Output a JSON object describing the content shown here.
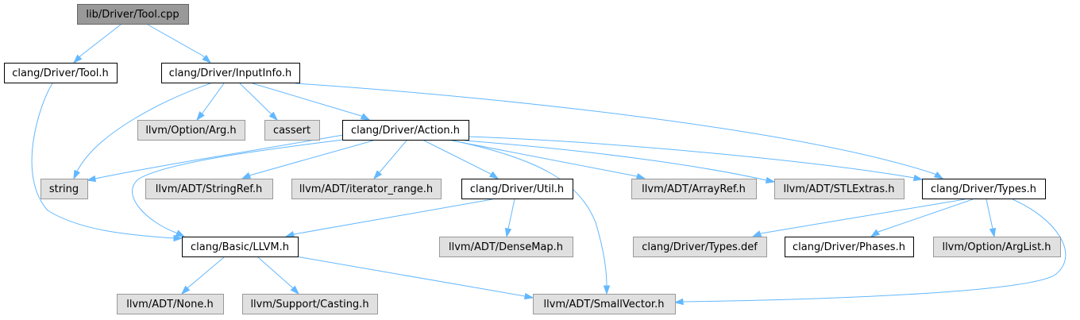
{
  "colors": {
    "edge": "#63b8ff",
    "root_fill": "#999999",
    "root_stroke": "#666666",
    "documented_fill": "#ffffff",
    "documented_stroke": "#000000",
    "external_fill": "#e0e0e0",
    "external_stroke": "#999999"
  },
  "nodes": [
    {
      "id": "tool_cpp",
      "label": "lib/Driver/Tool.cpp",
      "kind": "root"
    },
    {
      "id": "tool_h",
      "label": "clang/Driver/Tool.h",
      "kind": "documented"
    },
    {
      "id": "inputinfo_h",
      "label": "clang/Driver/InputInfo.h",
      "kind": "documented"
    },
    {
      "id": "option_arg",
      "label": "llvm/Option/Arg.h",
      "kind": "external"
    },
    {
      "id": "cassert",
      "label": "cassert",
      "kind": "external"
    },
    {
      "id": "action_h",
      "label": "clang/Driver/Action.h",
      "kind": "documented"
    },
    {
      "id": "string",
      "label": "string",
      "kind": "external"
    },
    {
      "id": "stringref",
      "label": "llvm/ADT/StringRef.h",
      "kind": "external"
    },
    {
      "id": "iterator_range",
      "label": "llvm/ADT/iterator_range.h",
      "kind": "external"
    },
    {
      "id": "util_h",
      "label": "clang/Driver/Util.h",
      "kind": "documented"
    },
    {
      "id": "arrayref",
      "label": "llvm/ADT/ArrayRef.h",
      "kind": "external"
    },
    {
      "id": "stlextras",
      "label": "llvm/ADT/STLExtras.h",
      "kind": "external"
    },
    {
      "id": "types_h",
      "label": "clang/Driver/Types.h",
      "kind": "documented"
    },
    {
      "id": "llvm_h",
      "label": "clang/Basic/LLVM.h",
      "kind": "documented"
    },
    {
      "id": "densemap",
      "label": "llvm/ADT/DenseMap.h",
      "kind": "external"
    },
    {
      "id": "types_def",
      "label": "clang/Driver/Types.def",
      "kind": "external"
    },
    {
      "id": "phases_h",
      "label": "clang/Driver/Phases.h",
      "kind": "documented"
    },
    {
      "id": "arglist",
      "label": "llvm/Option/ArgList.h",
      "kind": "external"
    },
    {
      "id": "none_h",
      "label": "llvm/ADT/None.h",
      "kind": "external"
    },
    {
      "id": "casting",
      "label": "llvm/Support/Casting.h",
      "kind": "external"
    },
    {
      "id": "smallvector",
      "label": "llvm/ADT/SmallVector.h",
      "kind": "external"
    }
  ],
  "edges": [
    {
      "from": "tool_cpp",
      "to": "tool_h"
    },
    {
      "from": "tool_cpp",
      "to": "inputinfo_h"
    },
    {
      "from": "tool_h",
      "to": "llvm_h"
    },
    {
      "from": "inputinfo_h",
      "to": "option_arg"
    },
    {
      "from": "inputinfo_h",
      "to": "cassert"
    },
    {
      "from": "inputinfo_h",
      "to": "action_h"
    },
    {
      "from": "inputinfo_h",
      "to": "string"
    },
    {
      "from": "inputinfo_h",
      "to": "types_h"
    },
    {
      "from": "action_h",
      "to": "string"
    },
    {
      "from": "action_h",
      "to": "stringref"
    },
    {
      "from": "action_h",
      "to": "iterator_range"
    },
    {
      "from": "action_h",
      "to": "util_h"
    },
    {
      "from": "action_h",
      "to": "arrayref"
    },
    {
      "from": "action_h",
      "to": "stlextras"
    },
    {
      "from": "action_h",
      "to": "types_h"
    },
    {
      "from": "action_h",
      "to": "llvm_h"
    },
    {
      "from": "action_h",
      "to": "smallvector"
    },
    {
      "from": "util_h",
      "to": "llvm_h"
    },
    {
      "from": "util_h",
      "to": "densemap"
    },
    {
      "from": "types_h",
      "to": "types_def"
    },
    {
      "from": "types_h",
      "to": "phases_h"
    },
    {
      "from": "types_h",
      "to": "arglist"
    },
    {
      "from": "types_h",
      "to": "smallvector"
    },
    {
      "from": "llvm_h",
      "to": "none_h"
    },
    {
      "from": "llvm_h",
      "to": "casting"
    },
    {
      "from": "llvm_h",
      "to": "smallvector"
    }
  ]
}
